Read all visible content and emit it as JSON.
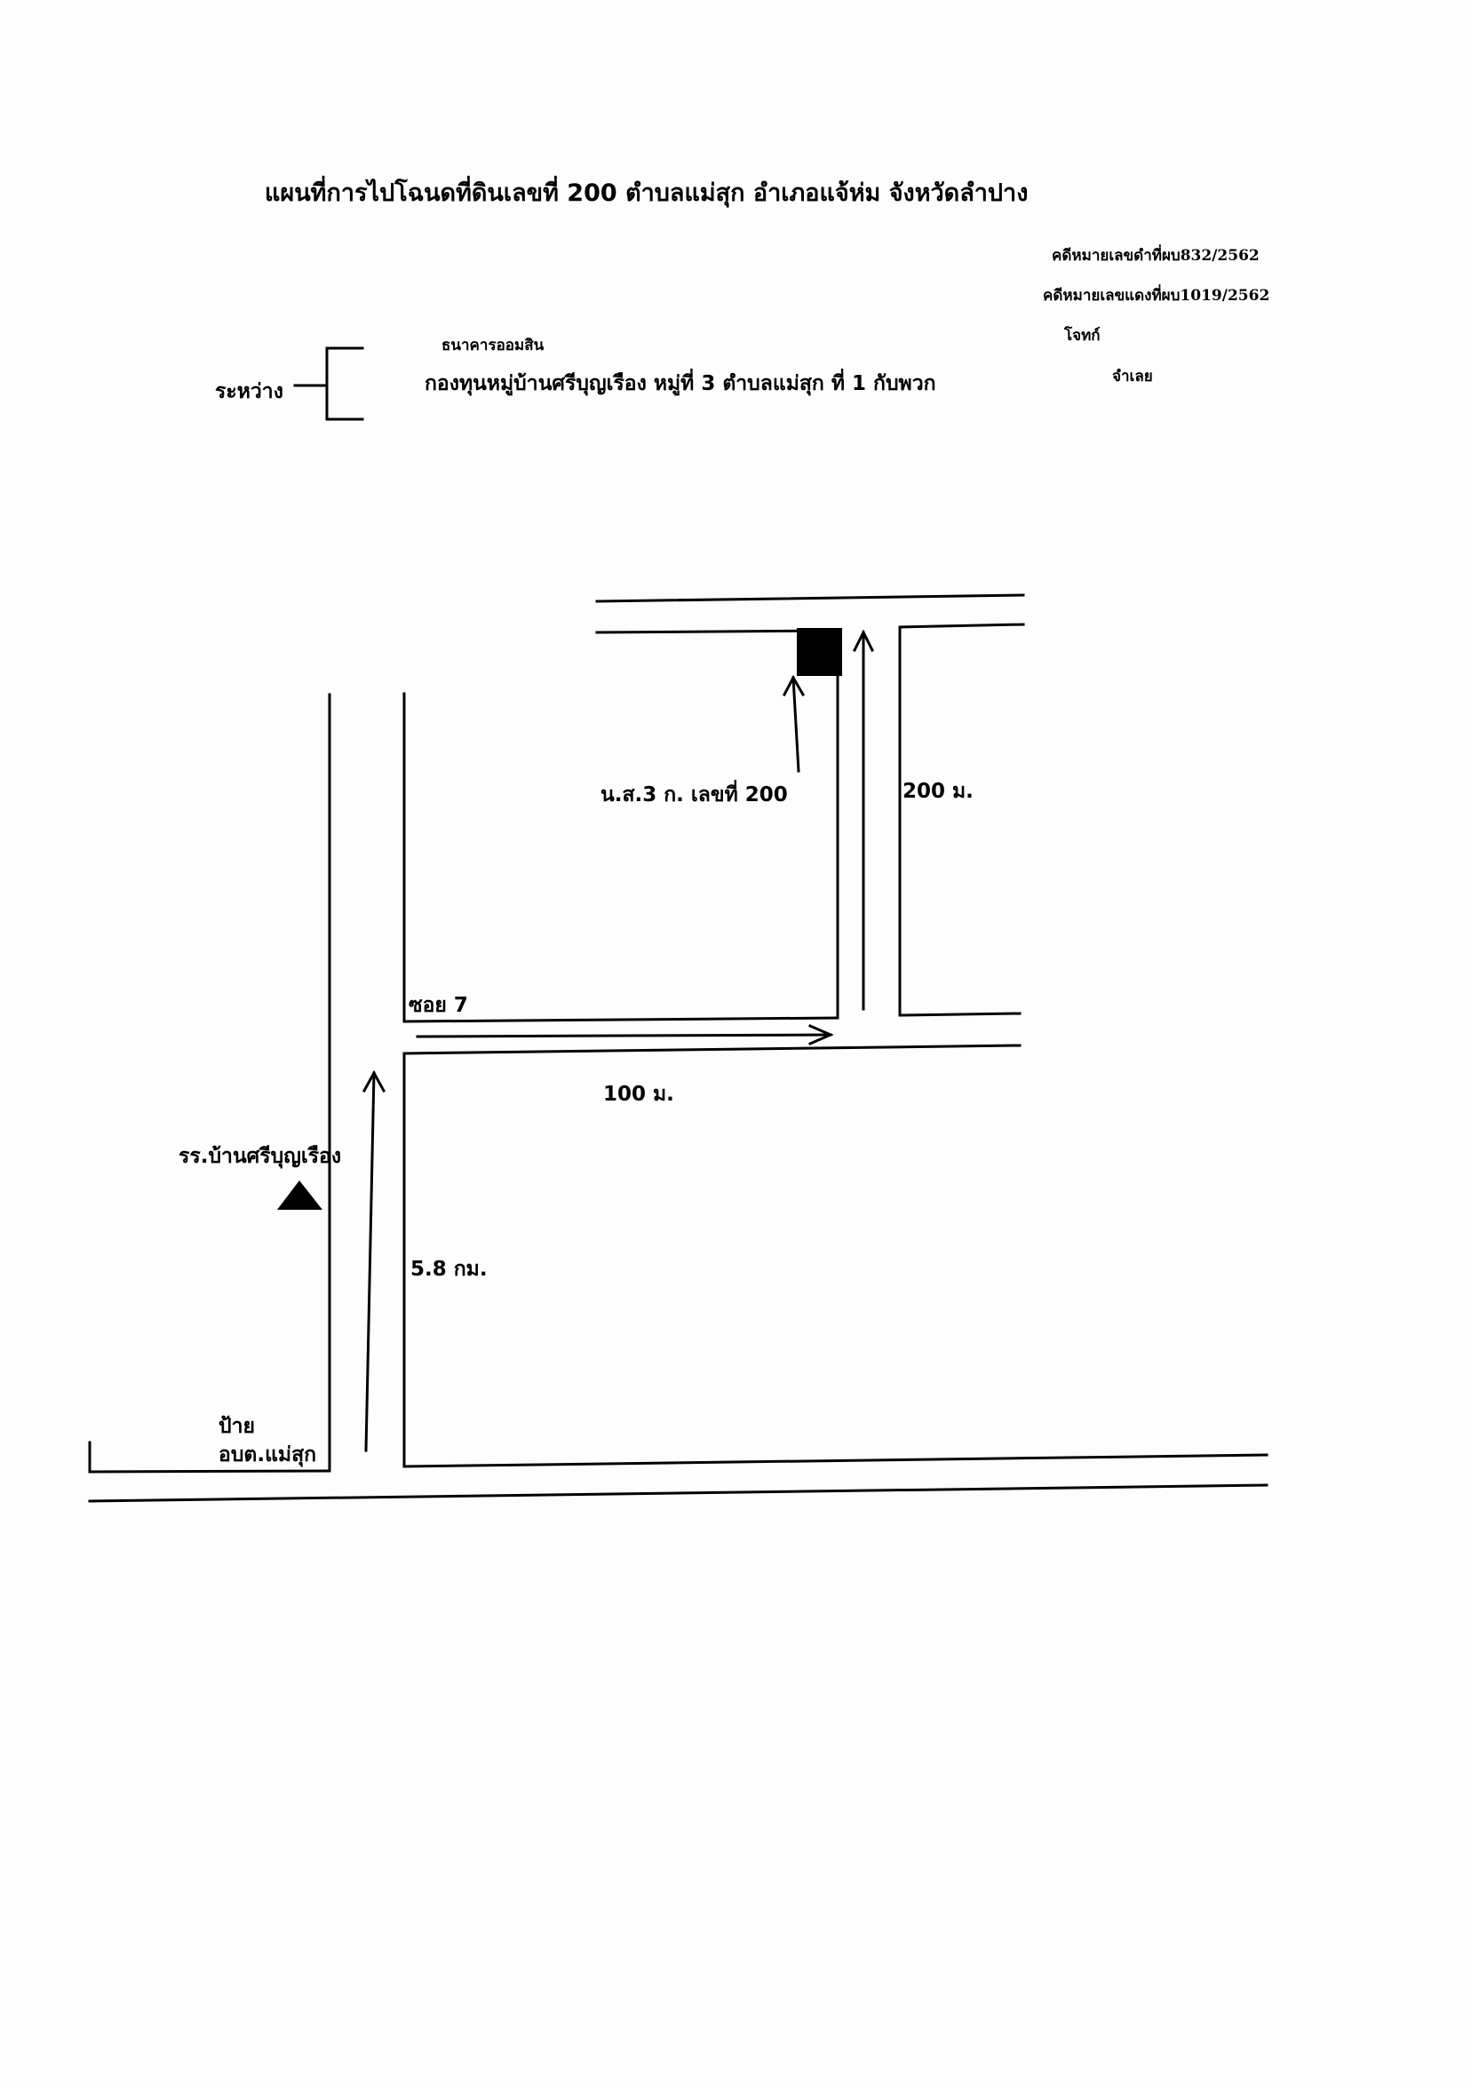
{
  "document": {
    "title": "แผนที่การไปโฉนดที่ดินเลขที่ 200  ตำบลแม่สุก   อำเภอแจ้ห่ม จังหวัดลำปาง",
    "black_case": "คดีหมายเลขดำที่ผบ832/2562",
    "red_case": "คดีหมายเลขแดงที่ผบ1019/2562",
    "between_label": "ระหว่าง",
    "plaintiff": "ธนาคารออมสิน",
    "plaintiff_role": "โจทก์",
    "defendant": "กองทุนหมู่บ้านศรีบุญเรือง  หมู่ที่  3  ตำบลแม่สุก   ที่ 1 กับพวก",
    "defendant_role": "จำเลย"
  },
  "map": {
    "parcel_label": "น.ส.3 ก. เลขที่ 200",
    "dist_200": "200 ม.",
    "soi_label": "ซอย 7",
    "dist_100": "100 ม.",
    "school_label": "รร.บ้านศรีบุญเรือง",
    "dist_58": "5.8  กม.",
    "sign_line1": "ป้าย",
    "sign_line2": "อบต.แม่สุก",
    "line_color": "#000000"
  }
}
